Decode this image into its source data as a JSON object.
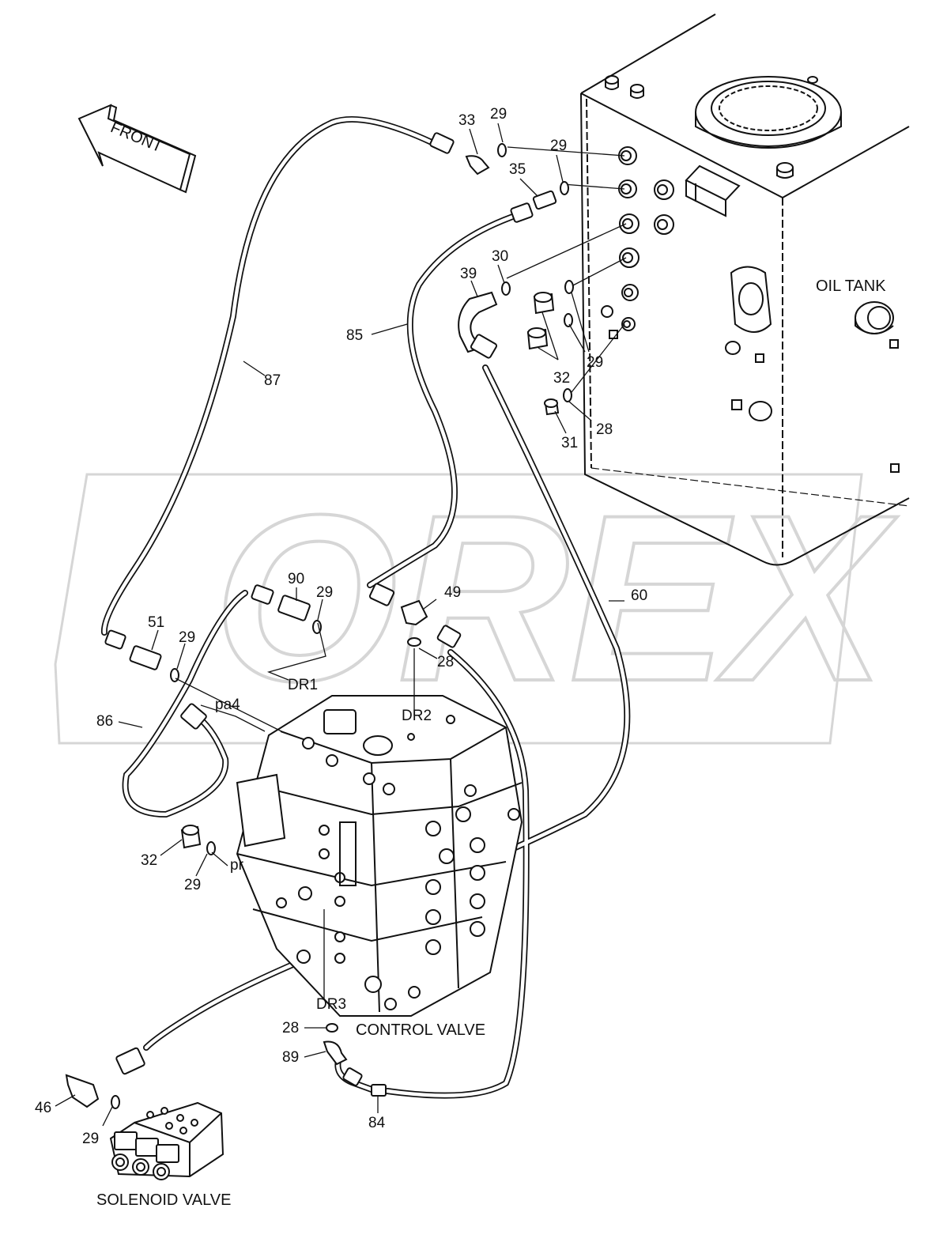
{
  "colors": {
    "line": "#111111",
    "watermark": "#d6d6d6",
    "background": "#ffffff"
  },
  "watermark": {
    "text": "OREX"
  },
  "direction_arrow": {
    "label": "FRONT"
  },
  "titles": {
    "oil_tank": "OIL TANK",
    "control_valve": "CONTROL VALVE",
    "solenoid_valve": "SOLENOID VALVE"
  },
  "callouts": {
    "c33": "33",
    "c29a": "29",
    "c29b": "29",
    "c35": "35",
    "c30": "30",
    "c39": "39",
    "c85": "85",
    "c87": "87",
    "c32a": "32",
    "c29c": "29",
    "c28a": "28",
    "c31": "31",
    "c90": "90",
    "c29d": "29",
    "c49": "49",
    "c60": "60",
    "c51": "51",
    "c29e": "29",
    "c28b": "28",
    "dr1": "DR1",
    "pa4": "pa4",
    "dr2": "DR2",
    "c86": "86",
    "c32b": "32",
    "pr": "pr",
    "c29f": "29",
    "dr3": "DR3",
    "c28c": "28",
    "c89": "89",
    "c84": "84",
    "c46": "46",
    "c29g": "29"
  }
}
